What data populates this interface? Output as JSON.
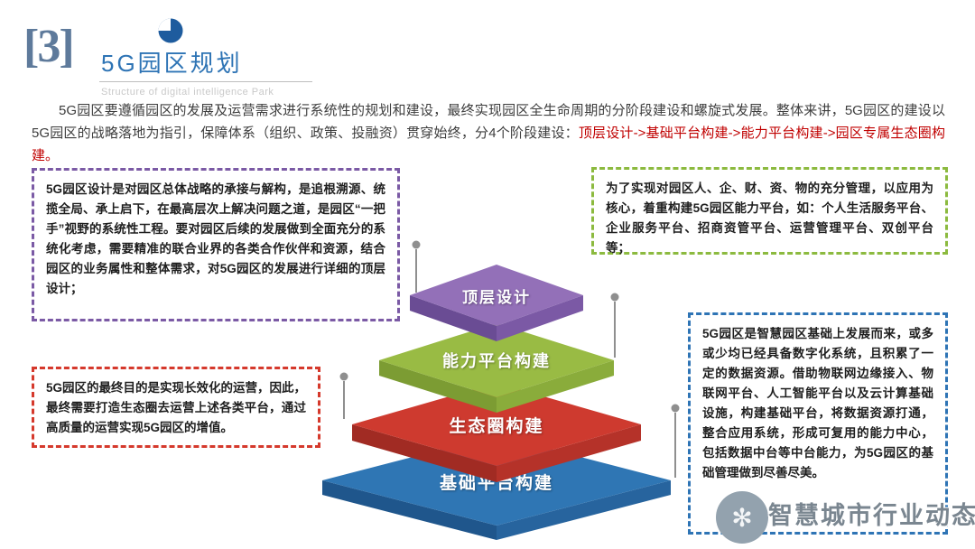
{
  "header": {
    "section_number": "[3]",
    "title": "5G园区规划",
    "subtitle": "Structure of digital intelligence Park",
    "title_color": "#2E74B5",
    "bracket_color": "#5E7A9B",
    "pie_icon": "pie-chart-icon"
  },
  "intro": {
    "text": "5G园区要遵循园区的发展及运营需求进行系统性的规划和建设，最终实现园区全生命周期的分阶段建设和螺旋式发展。整体来讲，5G园区的建设以5G园区的战略落地为指引，保障体系（组织、政策、投融资）贯穿始终，分4个阶段建设：",
    "highlight": "顶层设计->基础平台构建->能力平台构建->园区专属生态圈构建。",
    "highlight_color": "#C00000"
  },
  "callouts": {
    "top_design": {
      "border_color": "#7B5AA5",
      "text": "5G园区设计是对园区总体战略的承接与解构，是追根溯源、统揽全局、承上启下，在最高层次上解决问题之道，是园区“一把手”视野的系统性工程。要对园区后续的发展做到全面充分的系统化考虑，需要精准的联合业界的各类合作伙伴和资源，结合园区的业务属性和整体需求，对5G园区的发展进行详细的顶层设计；"
    },
    "capability_platform": {
      "border_color": "#8CBA3F",
      "text": "为了实现对园区人、企、财、资、物的充分管理，以应用为核心，着重构建5G园区能力平台，如：个人生活服务平台、企业服务平台、招商资管平台、运营管理平台、双创平台等；"
    },
    "operation": {
      "border_color": "#D5392C",
      "text": "5G园区的最终目的是实现长效化的运营，因此，最终需要打造生态圈去运营上述各类平台，通过高质量的运营实现5G园区的增值。"
    },
    "foundation_platform": {
      "border_color": "#2E74B5",
      "text": "5G园区是智慧园区基础上发展而来，或多或少均已经具备数字化系统，且积累了一定的数据资源。借助物联网边缘接入、物联网平台、人工智能平台以及云计算基础设施，构建基础平台，将数据资源打通，整合应用系统，形成可复用的能力中心，包括数据中台等中台能力，为5G园区的基础管理做到尽善尽美。"
    }
  },
  "pyramid": {
    "layers": [
      {
        "label": "顶层设计",
        "top_color": "#9370B8",
        "left_color": "#6A4C94",
        "right_color": "#7B59A5"
      },
      {
        "label": "能力平台构建",
        "top_color": "#99BB44",
        "left_color": "#7C9C33",
        "right_color": "#8AAC3B"
      },
      {
        "label": "生态圈构建",
        "top_color": "#CE3A2F",
        "left_color": "#A12B23",
        "right_color": "#B53229"
      },
      {
        "label": "基础平台构建",
        "top_color": "#2F76B4",
        "left_color": "#1F568C",
        "right_color": "#27649E"
      }
    ],
    "connector_color": "#8F8F8F"
  },
  "watermark": {
    "text": "智慧城市行业动态",
    "logo_glyph": "✻"
  }
}
